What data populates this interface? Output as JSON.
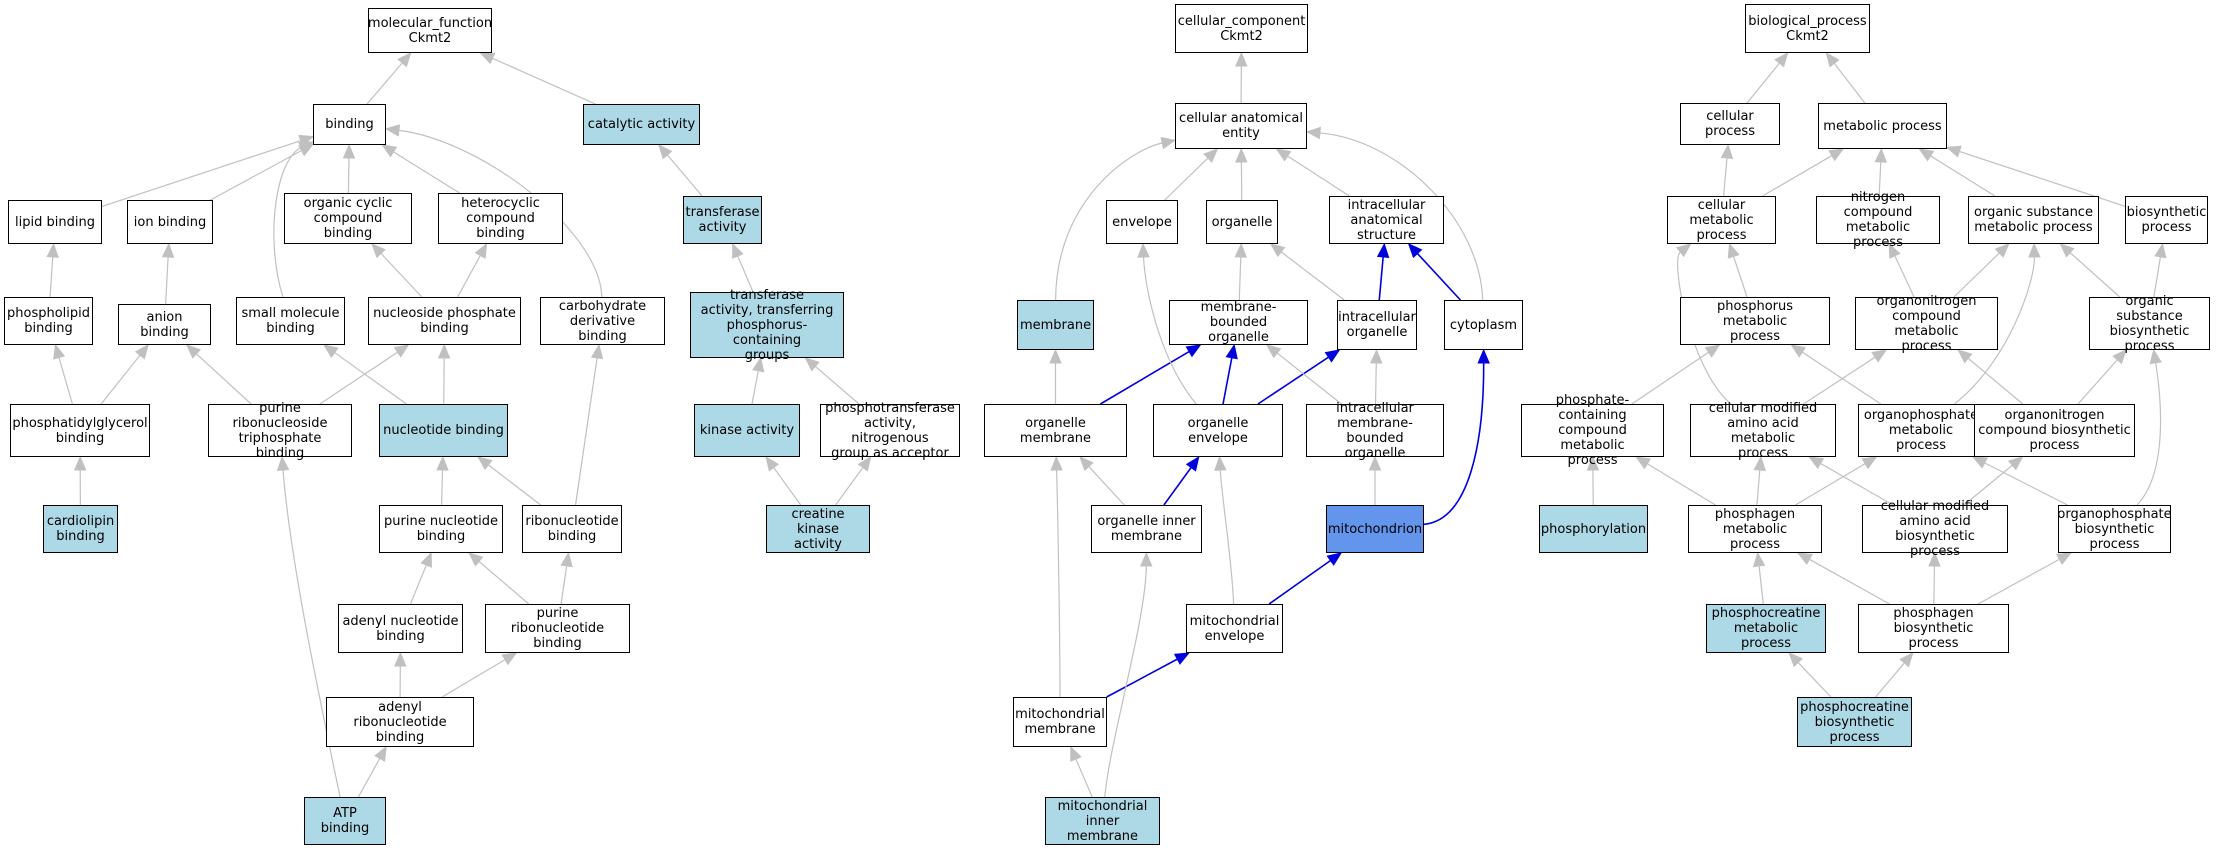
{
  "colors": {
    "default_fill": "#ffffff",
    "annotated_fill": "#add8e6",
    "selected_fill": "#6495ed",
    "edge_gray": "#c0c0c0",
    "edge_highlight": "#0000dd"
  },
  "nodes": [
    {
      "id": "mf_root",
      "label": "molecular_function\nCkmt2",
      "style": "default"
    },
    {
      "id": "binding",
      "label": "binding",
      "style": "default"
    },
    {
      "id": "catalytic",
      "label": "catalytic activity",
      "style": "annotated"
    },
    {
      "id": "lipid_binding",
      "label": "lipid binding",
      "style": "default"
    },
    {
      "id": "ion_binding",
      "label": "ion binding",
      "style": "default"
    },
    {
      "id": "org_cyclic",
      "label": "organic cyclic\ncompound binding",
      "style": "default"
    },
    {
      "id": "heterocyclic",
      "label": "heterocyclic\ncompound binding",
      "style": "default"
    },
    {
      "id": "transferase",
      "label": "transferase\nactivity",
      "style": "annotated"
    },
    {
      "id": "phospholipid",
      "label": "phospholipid\nbinding",
      "style": "default"
    },
    {
      "id": "anion",
      "label": "anion binding",
      "style": "default"
    },
    {
      "id": "small_mol",
      "label": "small molecule\nbinding",
      "style": "default"
    },
    {
      "id": "nuc_phos",
      "label": "nucleoside phosphate\nbinding",
      "style": "default"
    },
    {
      "id": "carb_deriv",
      "label": "carbohydrate\nderivative binding",
      "style": "default"
    },
    {
      "id": "transf_phos",
      "label": "transferase\nactivity, transferring\nphosphorus-containing\ngroups",
      "style": "annotated"
    },
    {
      "id": "phosphatidylglycerol",
      "label": "phosphatidylglycerol\nbinding",
      "style": "default"
    },
    {
      "id": "pur_ribonucleoside_tp",
      "label": "purine ribonucleoside\ntriphosphate\nbinding",
      "style": "default"
    },
    {
      "id": "nucleotide",
      "label": "nucleotide binding",
      "style": "annotated"
    },
    {
      "id": "kinase",
      "label": "kinase activity",
      "style": "annotated"
    },
    {
      "id": "phosphotransferase",
      "label": "phosphotransferase\nactivity, nitrogenous\ngroup as acceptor",
      "style": "default"
    },
    {
      "id": "cardiolipin",
      "label": "cardiolipin\nbinding",
      "style": "annotated"
    },
    {
      "id": "purine_nuc",
      "label": "purine nucleotide\nbinding",
      "style": "default"
    },
    {
      "id": "ribonucleotide",
      "label": "ribonucleotide\nbinding",
      "style": "default"
    },
    {
      "id": "creatine_kinase",
      "label": "creatine kinase\nactivity",
      "style": "annotated"
    },
    {
      "id": "adenyl_nuc",
      "label": "adenyl nucleotide\nbinding",
      "style": "default"
    },
    {
      "id": "purine_ribonuc",
      "label": "purine ribonucleotide\nbinding",
      "style": "default"
    },
    {
      "id": "adenyl_ribonuc",
      "label": "adenyl ribonucleotide\nbinding",
      "style": "default"
    },
    {
      "id": "atp",
      "label": "ATP binding",
      "style": "annotated"
    },
    {
      "id": "cc_root",
      "label": "cellular_component\nCkmt2",
      "style": "default"
    },
    {
      "id": "cell_anat",
      "label": "cellular anatomical\nentity",
      "style": "default"
    },
    {
      "id": "envelope",
      "label": "envelope",
      "style": "default"
    },
    {
      "id": "organelle",
      "label": "organelle",
      "style": "default"
    },
    {
      "id": "intra_anat",
      "label": "intracellular\nanatomical structure",
      "style": "default"
    },
    {
      "id": "membrane",
      "label": "membrane",
      "style": "annotated"
    },
    {
      "id": "mem_bound_org",
      "label": "membrane-bounded\norganelle",
      "style": "default"
    },
    {
      "id": "intra_org",
      "label": "intracellular\norganelle",
      "style": "default"
    },
    {
      "id": "cytoplasm",
      "label": "cytoplasm",
      "style": "default"
    },
    {
      "id": "org_membrane",
      "label": "organelle membrane",
      "style": "default"
    },
    {
      "id": "org_envelope",
      "label": "organelle envelope",
      "style": "default"
    },
    {
      "id": "intra_mem_bound",
      "label": "intracellular\nmembrane-bounded\norganelle",
      "style": "default"
    },
    {
      "id": "org_inner_mem",
      "label": "organelle inner\nmembrane",
      "style": "default"
    },
    {
      "id": "mitochondrion",
      "label": "mitochondrion",
      "style": "selected"
    },
    {
      "id": "mito_envelope",
      "label": "mitochondrial\nenvelope",
      "style": "default"
    },
    {
      "id": "mito_membrane",
      "label": "mitochondrial\nmembrane",
      "style": "default"
    },
    {
      "id": "mito_inner_mem",
      "label": "mitochondrial\ninner membrane",
      "style": "annotated"
    },
    {
      "id": "bp_root",
      "label": "biological_process\nCkmt2",
      "style": "default"
    },
    {
      "id": "cell_process",
      "label": "cellular process",
      "style": "default"
    },
    {
      "id": "metab_process",
      "label": "metabolic process",
      "style": "default"
    },
    {
      "id": "cell_metab",
      "label": "cellular metabolic\nprocess",
      "style": "default"
    },
    {
      "id": "nitrogen_cmp",
      "label": "nitrogen compound\nmetabolic process",
      "style": "default"
    },
    {
      "id": "org_subst_metab",
      "label": "organic substance\nmetabolic process",
      "style": "default"
    },
    {
      "id": "biosynthetic",
      "label": "biosynthetic\nprocess",
      "style": "default"
    },
    {
      "id": "phosphorus_metab",
      "label": "phosphorus metabolic\nprocess",
      "style": "default"
    },
    {
      "id": "organonitrogen_metab",
      "label": "organonitrogen\ncompound metabolic\nprocess",
      "style": "default"
    },
    {
      "id": "org_subst_biosyn",
      "label": "organic substance\nbiosynthetic\nprocess",
      "style": "default"
    },
    {
      "id": "phos_containing",
      "label": "phosphate-containing\ncompound metabolic\nprocess",
      "style": "default"
    },
    {
      "id": "cell_mod_aa_metab",
      "label": "cellular modified\namino acid metabolic\nprocess",
      "style": "default"
    },
    {
      "id": "organophos_metab",
      "label": "organophosphate\nmetabolic process",
      "style": "default"
    },
    {
      "id": "organonitrogen_biosyn",
      "label": "organonitrogen\ncompound biosynthetic\nprocess",
      "style": "default"
    },
    {
      "id": "phosphorylation",
      "label": "phosphorylation",
      "style": "annotated"
    },
    {
      "id": "phosphagen_metab",
      "label": "phosphagen metabolic\nprocess",
      "style": "default"
    },
    {
      "id": "cell_mod_aa_biosyn",
      "label": "cellular modified\namino acid biosynthetic\nprocess",
      "style": "default"
    },
    {
      "id": "organophos_biosyn",
      "label": "organophosphate\nbiosynthetic\nprocess",
      "style": "default"
    },
    {
      "id": "phosphocreatine_metab",
      "label": "phosphocreatine\nmetabolic process",
      "style": "annotated"
    },
    {
      "id": "phosphagen_biosyn",
      "label": "phosphagen biosynthetic\nprocess",
      "style": "default"
    },
    {
      "id": "phosphocreatine_biosyn",
      "label": "phosphocreatine\nbiosynthetic\nprocess",
      "style": "annotated"
    }
  ],
  "edges": [
    {
      "from": "binding",
      "to": "mf_root"
    },
    {
      "from": "catalytic",
      "to": "mf_root"
    },
    {
      "from": "lipid_binding",
      "to": "binding"
    },
    {
      "from": "ion_binding",
      "to": "binding"
    },
    {
      "from": "org_cyclic",
      "to": "binding"
    },
    {
      "from": "heterocyclic",
      "to": "binding"
    },
    {
      "from": "small_mol",
      "to": "binding"
    },
    {
      "from": "carb_deriv",
      "to": "binding"
    },
    {
      "from": "transferase",
      "to": "catalytic"
    },
    {
      "from": "phospholipid",
      "to": "lipid_binding"
    },
    {
      "from": "anion",
      "to": "ion_binding"
    },
    {
      "from": "nuc_phos",
      "to": "org_cyclic"
    },
    {
      "from": "nuc_phos",
      "to": "heterocyclic"
    },
    {
      "from": "transf_phos",
      "to": "transferase"
    },
    {
      "from": "phosphatidylglycerol",
      "to": "phospholipid"
    },
    {
      "from": "phosphatidylglycerol",
      "to": "anion"
    },
    {
      "from": "pur_ribonucleoside_tp",
      "to": "anion"
    },
    {
      "from": "pur_ribonucleoside_tp",
      "to": "nuc_phos"
    },
    {
      "from": "nucleotide",
      "to": "small_mol"
    },
    {
      "from": "nucleotide",
      "to": "nuc_phos"
    },
    {
      "from": "kinase",
      "to": "transf_phos"
    },
    {
      "from": "phosphotransferase",
      "to": "transf_phos"
    },
    {
      "from": "cardiolipin",
      "to": "phosphatidylglycerol"
    },
    {
      "from": "purine_nuc",
      "to": "nucleotide"
    },
    {
      "from": "ribonucleotide",
      "to": "nucleotide"
    },
    {
      "from": "ribonucleotide",
      "to": "carb_deriv"
    },
    {
      "from": "creatine_kinase",
      "to": "kinase"
    },
    {
      "from": "creatine_kinase",
      "to": "phosphotransferase"
    },
    {
      "from": "adenyl_nuc",
      "to": "purine_nuc"
    },
    {
      "from": "purine_ribonuc",
      "to": "purine_nuc"
    },
    {
      "from": "purine_ribonuc",
      "to": "ribonucleotide"
    },
    {
      "from": "adenyl_ribonuc",
      "to": "adenyl_nuc"
    },
    {
      "from": "adenyl_ribonuc",
      "to": "purine_ribonuc"
    },
    {
      "from": "atp",
      "to": "adenyl_ribonuc"
    },
    {
      "from": "atp",
      "to": "pur_ribonucleoside_tp"
    },
    {
      "from": "cell_anat",
      "to": "cc_root"
    },
    {
      "from": "envelope",
      "to": "cell_anat"
    },
    {
      "from": "organelle",
      "to": "cell_anat"
    },
    {
      "from": "intra_anat",
      "to": "cell_anat"
    },
    {
      "from": "membrane",
      "to": "cell_anat"
    },
    {
      "from": "cytoplasm",
      "to": "cell_anat"
    },
    {
      "from": "mem_bound_org",
      "to": "organelle"
    },
    {
      "from": "intra_org",
      "to": "organelle"
    },
    {
      "from": "intra_org",
      "to": "intra_anat",
      "hl": true
    },
    {
      "from": "cytoplasm",
      "to": "intra_anat",
      "hl": true
    },
    {
      "from": "org_membrane",
      "to": "membrane"
    },
    {
      "from": "org_membrane",
      "to": "mem_bound_org",
      "hl": true
    },
    {
      "from": "org_envelope",
      "to": "envelope"
    },
    {
      "from": "org_envelope",
      "to": "mem_bound_org",
      "hl": true
    },
    {
      "from": "org_envelope",
      "to": "intra_org",
      "hl": true
    },
    {
      "from": "intra_mem_bound",
      "to": "mem_bound_org"
    },
    {
      "from": "intra_mem_bound",
      "to": "intra_org"
    },
    {
      "from": "org_inner_mem",
      "to": "org_membrane"
    },
    {
      "from": "org_inner_mem",
      "to": "org_envelope",
      "hl": true
    },
    {
      "from": "mitochondrion",
      "to": "intra_mem_bound"
    },
    {
      "from": "mitochondrion",
      "to": "cytoplasm",
      "hl": true
    },
    {
      "from": "mito_envelope",
      "to": "org_envelope"
    },
    {
      "from": "mito_envelope",
      "to": "mitochondrion",
      "hl": true
    },
    {
      "from": "mito_membrane",
      "to": "org_membrane"
    },
    {
      "from": "mito_membrane",
      "to": "mito_envelope",
      "hl": true
    },
    {
      "from": "mito_inner_mem",
      "to": "mito_membrane"
    },
    {
      "from": "mito_inner_mem",
      "to": "org_inner_mem"
    },
    {
      "from": "cell_process",
      "to": "bp_root"
    },
    {
      "from": "metab_process",
      "to": "bp_root"
    },
    {
      "from": "cell_metab",
      "to": "cell_process"
    },
    {
      "from": "cell_metab",
      "to": "metab_process"
    },
    {
      "from": "nitrogen_cmp",
      "to": "metab_process"
    },
    {
      "from": "org_subst_metab",
      "to": "metab_process"
    },
    {
      "from": "biosynthetic",
      "to": "metab_process"
    },
    {
      "from": "phosphorus_metab",
      "to": "cell_metab"
    },
    {
      "from": "organonitrogen_metab",
      "to": "nitrogen_cmp"
    },
    {
      "from": "organonitrogen_metab",
      "to": "org_subst_metab"
    },
    {
      "from": "org_subst_biosyn",
      "to": "org_subst_metab"
    },
    {
      "from": "org_subst_biosyn",
      "to": "biosynthetic"
    },
    {
      "from": "phos_containing",
      "to": "phosphorus_metab"
    },
    {
      "from": "cell_mod_aa_metab",
      "to": "cell_metab"
    },
    {
      "from": "cell_mod_aa_metab",
      "to": "organonitrogen_metab"
    },
    {
      "from": "organophos_metab",
      "to": "phosphorus_metab"
    },
    {
      "from": "organophos_metab",
      "to": "org_subst_metab"
    },
    {
      "from": "organonitrogen_biosyn",
      "to": "organonitrogen_metab"
    },
    {
      "from": "organonitrogen_biosyn",
      "to": "org_subst_biosyn"
    },
    {
      "from": "phosphorylation",
      "to": "phos_containing"
    },
    {
      "from": "phosphagen_metab",
      "to": "phos_containing"
    },
    {
      "from": "phosphagen_metab",
      "to": "cell_mod_aa_metab"
    },
    {
      "from": "phosphagen_metab",
      "to": "organophos_metab"
    },
    {
      "from": "cell_mod_aa_biosyn",
      "to": "cell_mod_aa_metab"
    },
    {
      "from": "cell_mod_aa_biosyn",
      "to": "organonitrogen_biosyn"
    },
    {
      "from": "organophos_biosyn",
      "to": "organophos_metab"
    },
    {
      "from": "organophos_biosyn",
      "to": "org_subst_biosyn"
    },
    {
      "from": "phosphocreatine_metab",
      "to": "phosphagen_metab"
    },
    {
      "from": "phosphagen_biosyn",
      "to": "phosphagen_metab"
    },
    {
      "from": "phosphagen_biosyn",
      "to": "cell_mod_aa_biosyn"
    },
    {
      "from": "phosphagen_biosyn",
      "to": "organophos_biosyn"
    },
    {
      "from": "phosphocreatine_biosyn",
      "to": "phosphocreatine_metab"
    },
    {
      "from": "phosphocreatine_biosyn",
      "to": "phosphagen_biosyn"
    }
  ]
}
